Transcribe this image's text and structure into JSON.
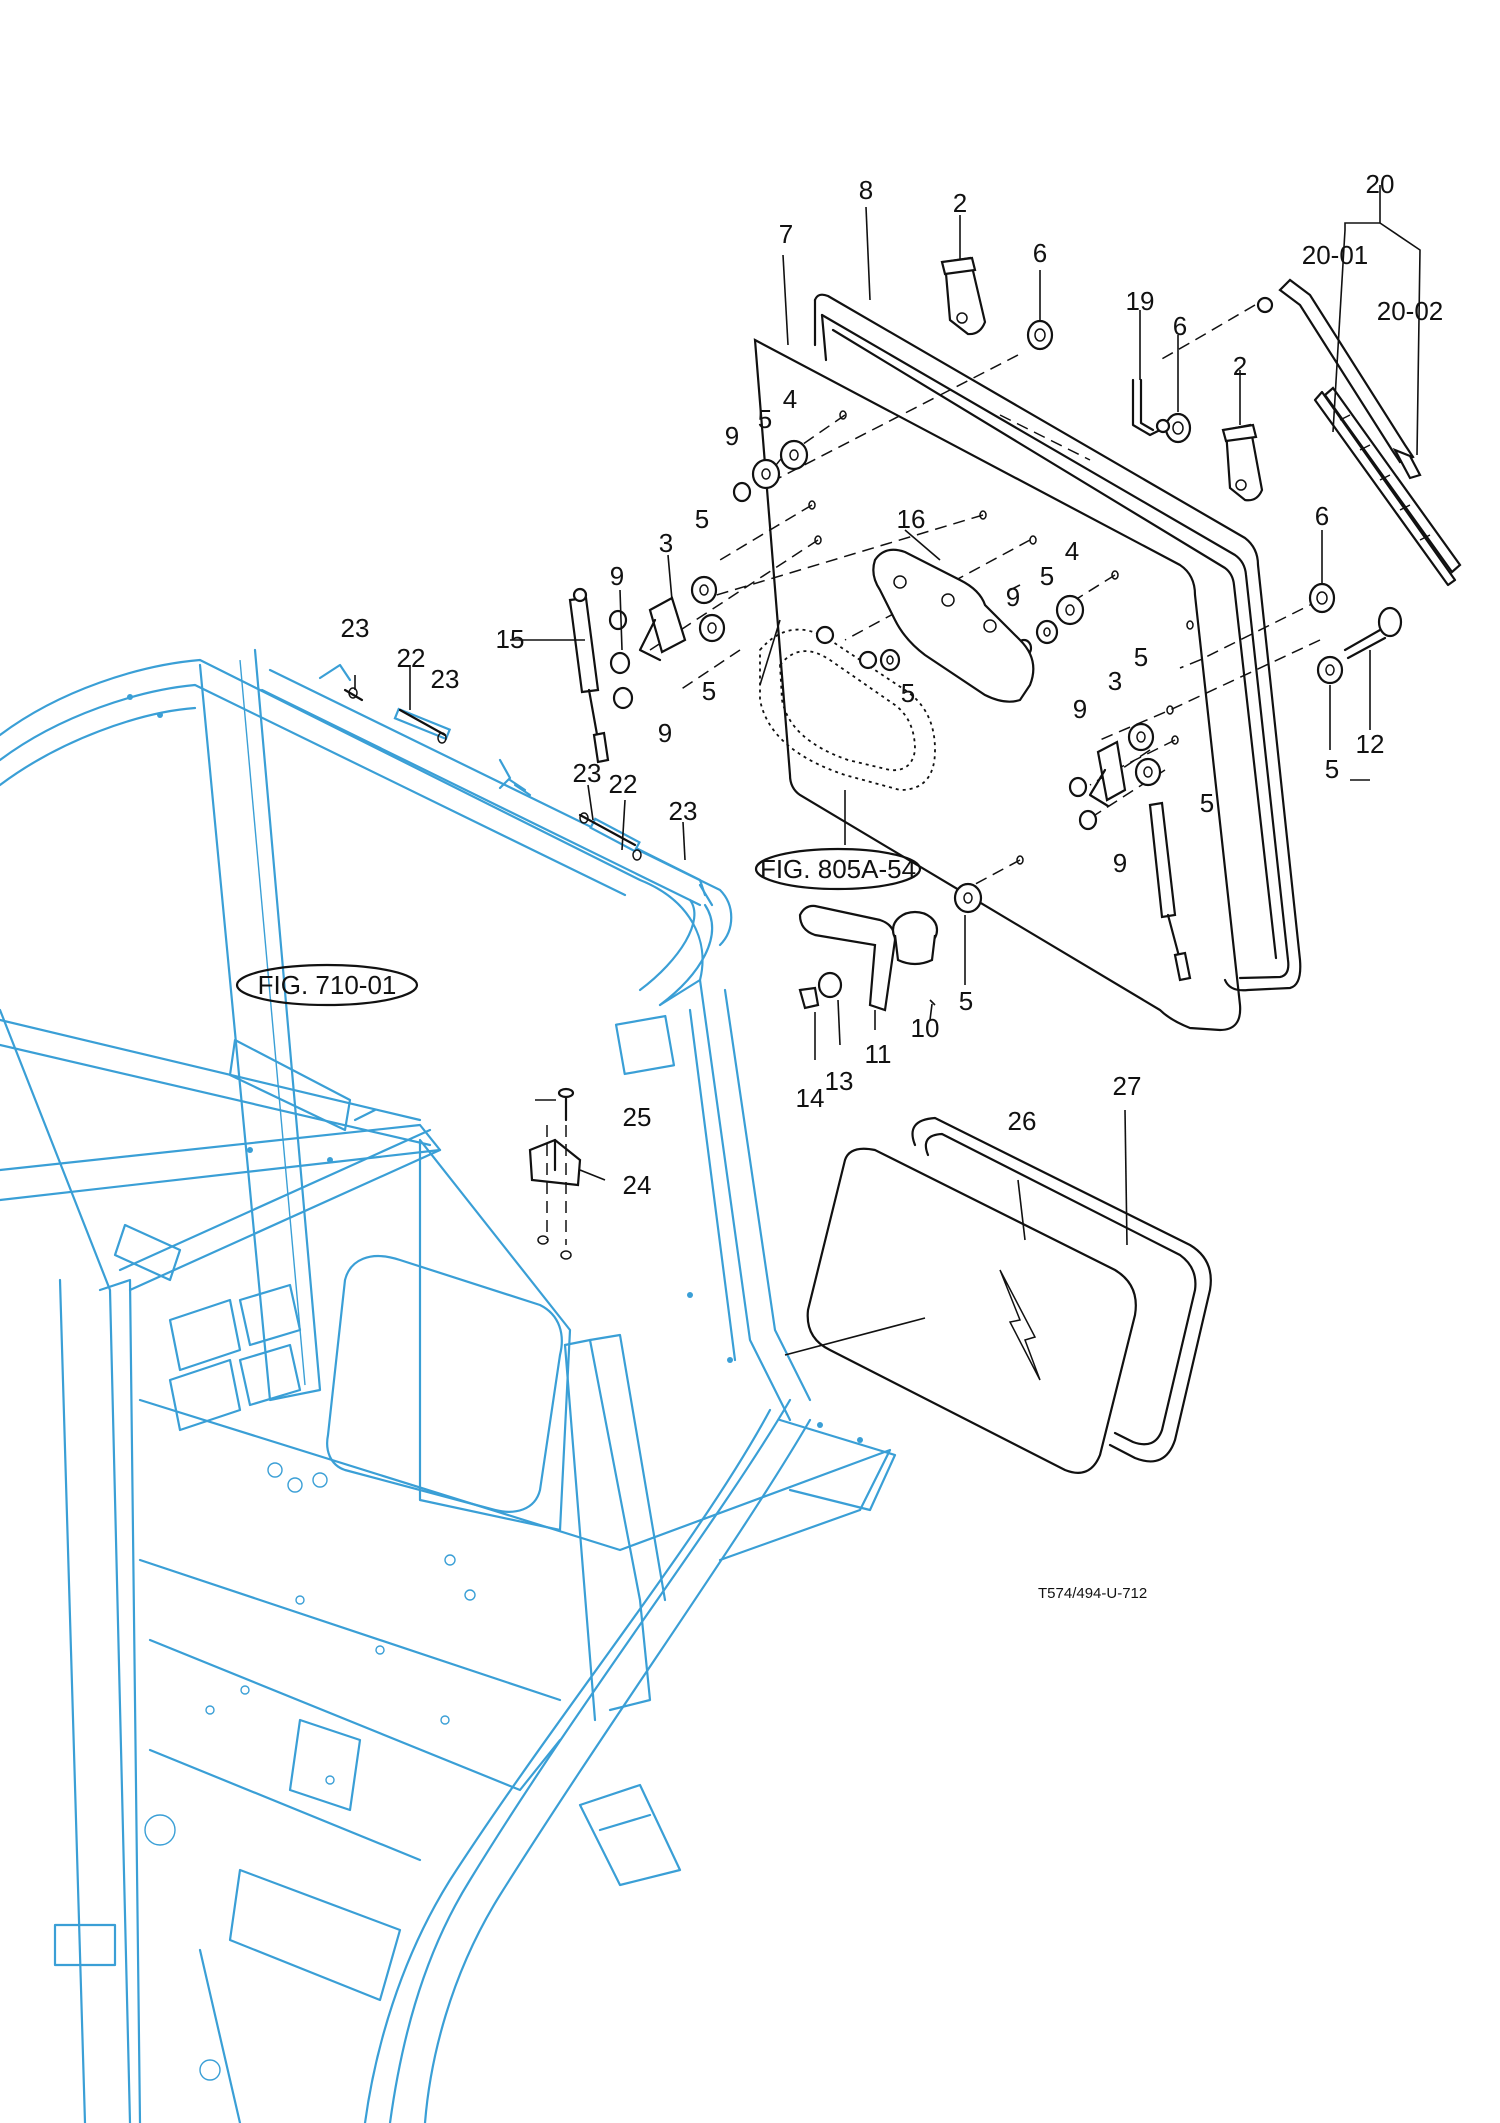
{
  "drawing_code": "T574/494-U-712",
  "figure_refs": {
    "cab_frame": "FIG. 710-01",
    "rear_window_seal": "FIG. 805A-54"
  },
  "callouts": {
    "c2a": "2",
    "c2b": "2",
    "c3a": "3",
    "c3b": "3",
    "c4a": "4",
    "c4b": "4",
    "c5a": "5",
    "c5b": "5",
    "c5c": "5",
    "c5d": "5",
    "c5e": "5",
    "c5f": "5",
    "c5g": "5",
    "c5h": "5",
    "c5i": "5",
    "c6a": "6",
    "c6b": "6",
    "c6c": "6",
    "c7": "7",
    "c8": "8",
    "c9a": "9",
    "c9b": "9",
    "c9c": "9",
    "c9d": "9",
    "c9e": "9",
    "c9f": "9",
    "c10": "10",
    "c11": "11",
    "c12": "12",
    "c13": "13",
    "c14": "14",
    "c15": "15",
    "c16": "16",
    "c19": "19",
    "c20": "20",
    "c20_01": "20-01",
    "c20_02": "20-02",
    "c22a": "22",
    "c22b": "22",
    "c23a": "23",
    "c23b": "23",
    "c23c": "23",
    "c23d": "23",
    "c24": "24",
    "c25": "25",
    "c26": "26",
    "c27": "27"
  }
}
